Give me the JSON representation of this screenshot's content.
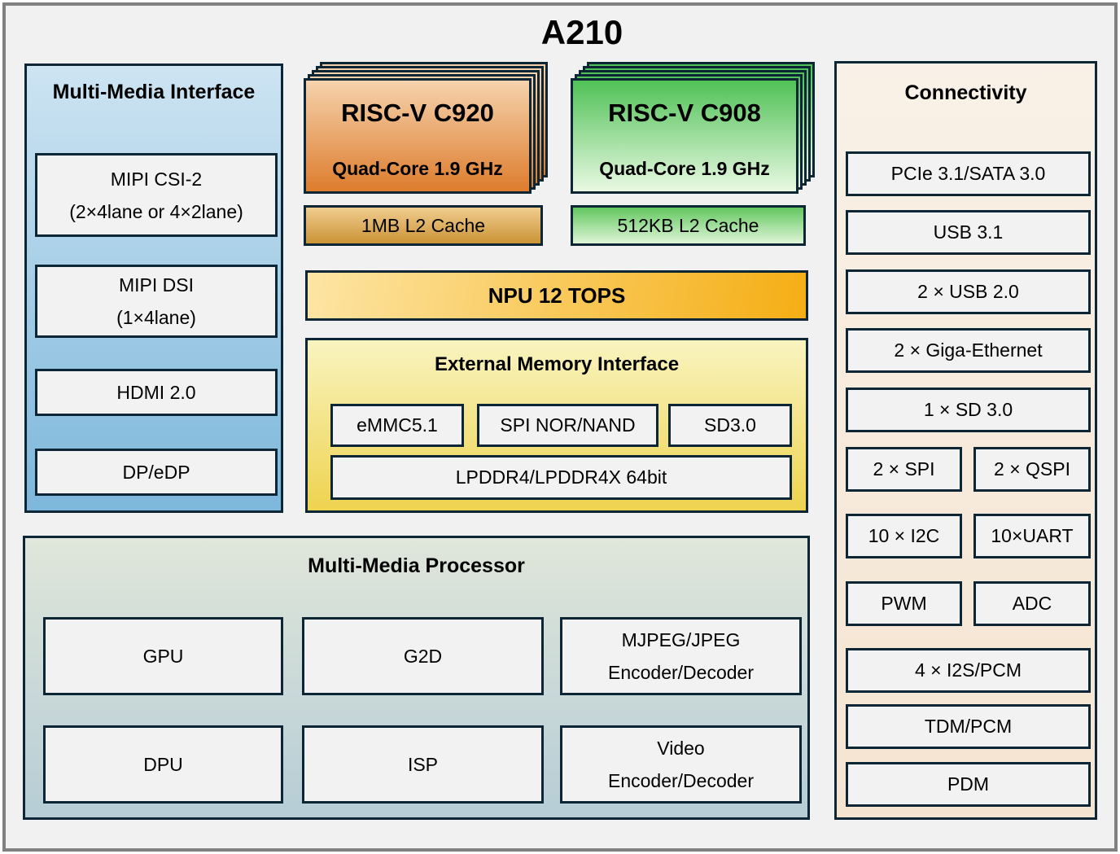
{
  "diagram": {
    "title": "A210"
  },
  "mmi": {
    "title": "Multi-Media Interface",
    "csi_line1": "MIPI CSI-2",
    "csi_line2": "(2×4lane or 4×2lane)",
    "dsi_line1": "MIPI DSI",
    "dsi_line2": "(1×4lane)",
    "hdmi": "HDMI 2.0",
    "dp": "DP/eDP"
  },
  "cpu": {
    "c920_title": "RISC-V C920",
    "c920_sub": "Quad-Core 1.9 GHz",
    "c920_cache": "1MB L2 Cache",
    "c908_title": "RISC-V C908",
    "c908_sub": "Quad-Core 1.9 GHz",
    "c908_cache": "512KB L2 Cache"
  },
  "npu": {
    "label": "NPU 12 TOPS"
  },
  "emi": {
    "title": "External Memory Interface",
    "emmc": "eMMC5.1",
    "spi_nor_nand": "SPI NOR/NAND",
    "sd": "SD3.0",
    "lpddr": "LPDDR4/LPDDR4X 64bit"
  },
  "mmp": {
    "title": "Multi-Media Processor",
    "gpu": "GPU",
    "g2d": "G2D",
    "mjpeg_line1": "MJPEG/JPEG",
    "mjpeg_line2": "Encoder/Decoder",
    "dpu": "DPU",
    "isp": "ISP",
    "video_line1": "Video",
    "video_line2": "Encoder/Decoder"
  },
  "conn": {
    "title": "Connectivity",
    "pcie_sata": "PCIe 3.1/SATA 3.0",
    "usb31": "USB 3.1",
    "usb20": "2 × USB 2.0",
    "giga_ethernet": "2 × Giga-Ethernet",
    "sd30": "1 × SD 3.0",
    "spi": "2 × SPI",
    "qspi": "2 × QSPI",
    "i2c": "10 × I2C",
    "uart": "10×UART",
    "pwm": "PWM",
    "adc": "ADC",
    "i2s_pcm": "4 × I2S/PCM",
    "tdm_pcm": "TDM/PCM",
    "pdm": "PDM"
  },
  "colors": {
    "border_navy": "#0d2635",
    "frame_gray": "#808080",
    "background": "#f1f1f2",
    "box_fill": "#f2f2f3",
    "mmi_gradient": [
      "#cde4f2",
      "#7db7db"
    ],
    "c920_gradient": [
      "#f6d3ad",
      "#dd7c2d"
    ],
    "c908_gradient": [
      "#50c156",
      "#e9f9e3"
    ],
    "gold_cache_gradient": [
      "#f1cd90",
      "#ca9335"
    ],
    "green_cache_gradient": [
      "#62c75f",
      "#dff5d8"
    ],
    "npu_gradient": [
      "#fde5a4",
      "#f5ae14"
    ],
    "emi_gradient": [
      "#f9f4c0",
      "#eed34f"
    ],
    "mmp_gradient": [
      "#e0e6da",
      "#b6cdd6"
    ],
    "conn_gradient": [
      "#f9f1e7",
      "#f5e4d0"
    ]
  }
}
